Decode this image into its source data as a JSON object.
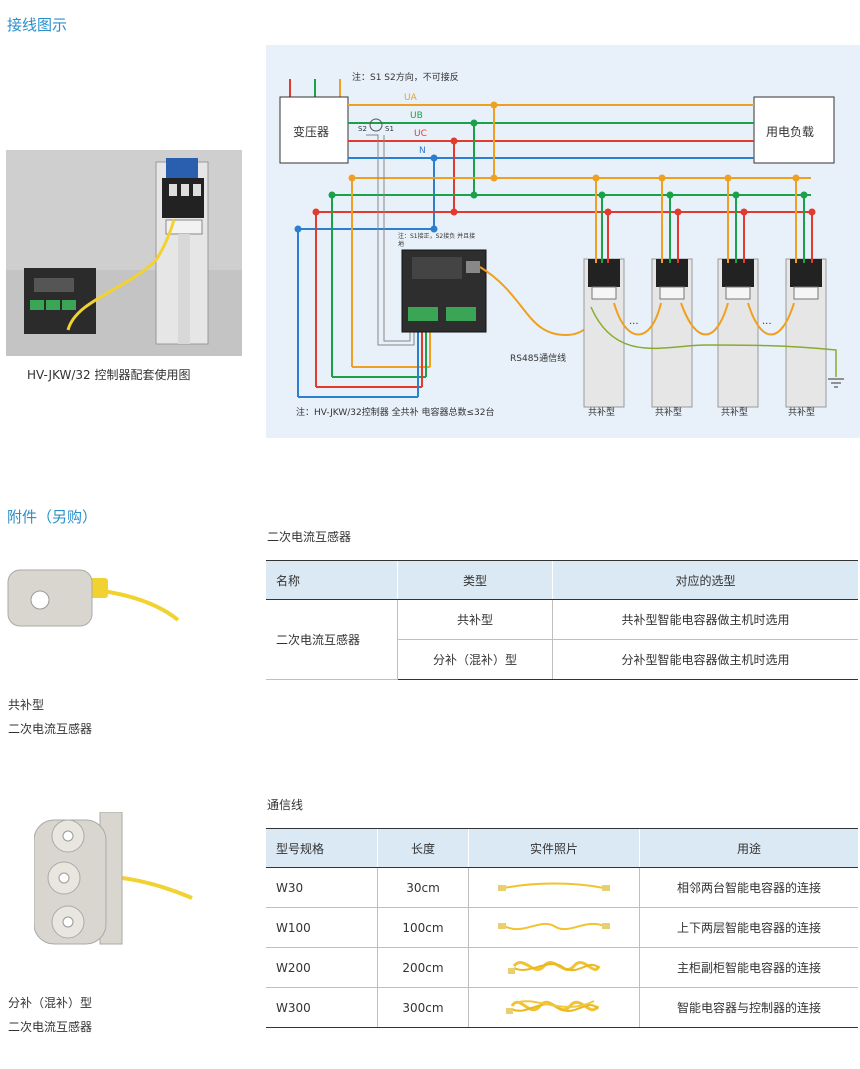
{
  "sections": {
    "wiring_title": "接线图示",
    "accessory_title": "附件（另购）"
  },
  "photo_caption": "HV-JKW/32 控制器配套使用图",
  "diagram": {
    "note_top": "注：S1 S2方向，不可接反",
    "transformer": "变压器",
    "load": "用电负载",
    "phase_a": "UA",
    "phase_b": "UB",
    "phase_c": "UC",
    "neutral": "N",
    "s1": "S1",
    "s2": "S2",
    "ct_note": "注：S1接正，S2接负 并且接地",
    "rs485": "RS485通信线",
    "dots": "···",
    "bottom_note": "注：HV-JKW/32控制器 全共补 电容器总数≤32台",
    "cap_labels": [
      "共补型",
      "共补型",
      "共补型",
      "共补型"
    ]
  },
  "ct_section": {
    "subtitle": "二次电流互感器",
    "headers": [
      "名称",
      "类型",
      "对应的选型"
    ],
    "name": "二次电流互感器",
    "rows": [
      {
        "type": "共补型",
        "selection": "共补型智能电容器做主机时选用"
      },
      {
        "type": "分补（混补）型",
        "selection": "分补型智能电容器做主机时选用"
      }
    ],
    "left_caption_1": [
      "共补型",
      "二次电流互感器"
    ],
    "left_caption_2": [
      "分补（混补）型",
      "二次电流互感器"
    ]
  },
  "cable_section": {
    "subtitle": "通信线",
    "headers": [
      "型号规格",
      "长度",
      "实件照片",
      "用途"
    ],
    "rows": [
      {
        "model": "W30",
        "length": "30cm",
        "use": "相邻两台智能电容器的连接"
      },
      {
        "model": "W100",
        "length": "100cm",
        "use": "上下两层智能电容器的连接"
      },
      {
        "model": "W200",
        "length": "200cm",
        "use": "主柜副柜智能电容器的连接"
      },
      {
        "model": "W300",
        "length": "300cm",
        "use": "智能电容器与控制器的连接"
      }
    ]
  },
  "colors": {
    "accent": "#2a8fc9",
    "phase_a": "#f0a020",
    "phase_b": "#1aa14a",
    "phase_c": "#e23a2e",
    "neutral": "#2b7fd0",
    "table_header": "#dbe9f4"
  }
}
